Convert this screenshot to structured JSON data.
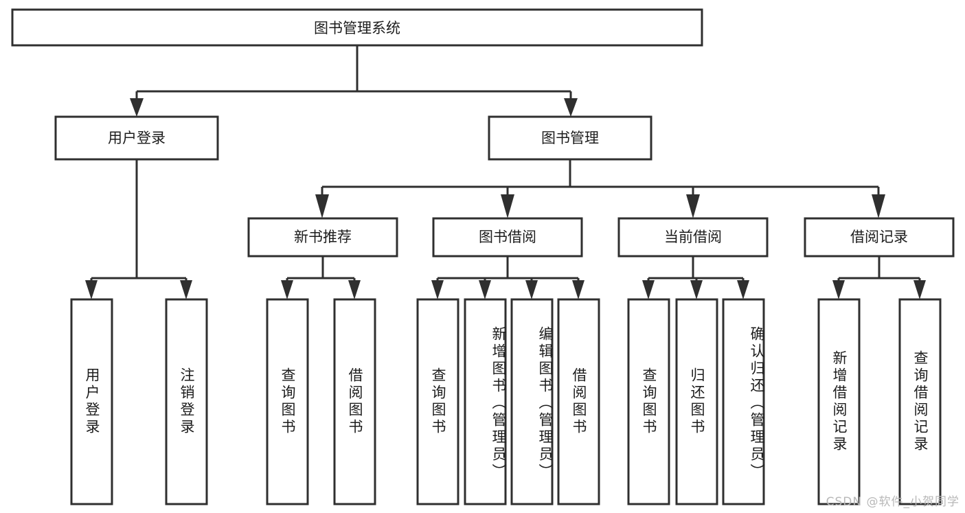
{
  "diagram": {
    "title": "图书管理系统",
    "type": "tree",
    "watermark": "CSDN @软件_小贺同学",
    "colors": {
      "box_fill": "#ffffff",
      "box_stroke": "#2f2f2f",
      "text": "#1c1c1c",
      "watermark": "#b8b8b8",
      "background": "#ffffff"
    },
    "levels": {
      "root": {
        "label": "图书管理系统"
      },
      "level2": [
        {
          "label": "用户登录"
        },
        {
          "label": "图书管理"
        }
      ],
      "level3": [
        {
          "label": "新书推荐"
        },
        {
          "label": "图书借阅"
        },
        {
          "label": "当前借阅"
        },
        {
          "label": "借阅记录"
        }
      ],
      "leaves": [
        {
          "label": "用户登录",
          "parent": "用户登录"
        },
        {
          "label": "注销登录",
          "parent": "用户登录"
        },
        {
          "label": "查询图书",
          "parent": "新书推荐"
        },
        {
          "label": "借阅图书",
          "parent": "新书推荐"
        },
        {
          "label": "查询图书",
          "parent": "图书借阅"
        },
        {
          "label": "新增图书（管理员）",
          "parent": "图书借阅"
        },
        {
          "label": "编辑图书（管理员）",
          "parent": "图书借阅"
        },
        {
          "label": "借阅图书",
          "parent": "图书借阅"
        },
        {
          "label": "查询图书",
          "parent": "当前借阅"
        },
        {
          "label": "归还图书",
          "parent": "当前借阅"
        },
        {
          "label": "确认归还（管理员）",
          "parent": "当前借阅"
        },
        {
          "label": "新增借阅记录",
          "parent": "借阅记录"
        },
        {
          "label": "查询借阅记录",
          "parent": "借阅记录"
        }
      ]
    }
  }
}
